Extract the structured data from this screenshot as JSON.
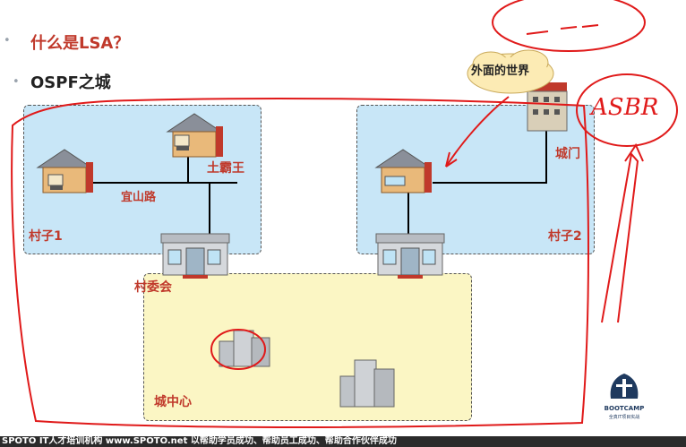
{
  "heading": {
    "q": "什么是LSA？",
    "sub": "OSPF之城"
  },
  "labels": {
    "outside_world": "外面的世界",
    "asbr": "ASBR",
    "city_gate": "城门",
    "village1": "村子1",
    "village2": "村子2",
    "tuba": "土霸王",
    "road": "宜山路",
    "committee": "村委会",
    "city_center": "城中心"
  },
  "footer": {
    "text": "SPOTO IT人才培训机构   www.SPOTO.net   以帮助学员成功、帮助员工成功、帮助合作伙伴成功"
  },
  "logo": {
    "name": "BOOTCAMP",
    "sub": "全真IT项目实战"
  },
  "colors": {
    "village_bg": "#c8e6f7",
    "center_bg": "#fbf6c4",
    "label_red": "#c0392b",
    "annotation_red": "#e01a1a"
  }
}
